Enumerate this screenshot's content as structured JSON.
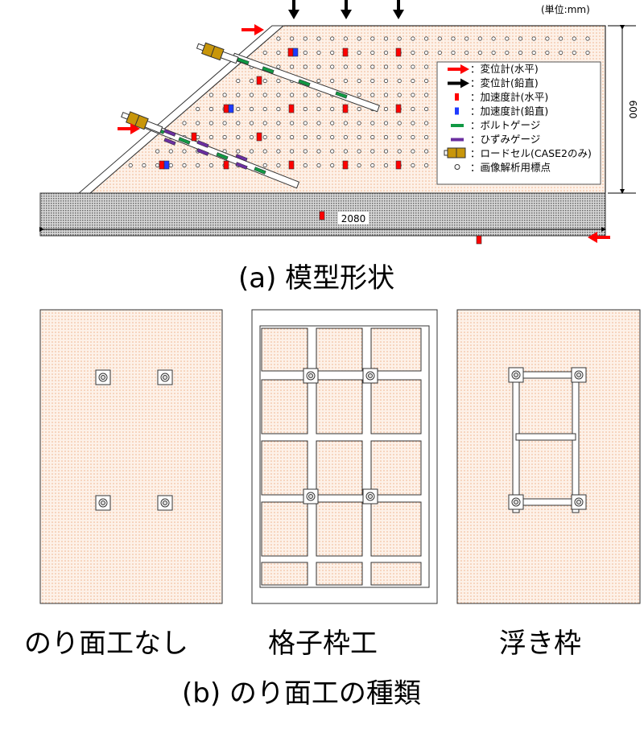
{
  "unit_label": "(単位:mm)",
  "dimension_height": "600",
  "dimension_width": "2080",
  "legend": [
    {
      "icon": "red-arrow-icon",
      "label": "：変位計(水平)"
    },
    {
      "icon": "black-arrow-icon",
      "label": "：変位計(鉛直)"
    },
    {
      "icon": "red-sensor-icon",
      "label": "：加速度計(水平)"
    },
    {
      "icon": "blue-sensor-icon",
      "label": "：加速度計(鉛直)"
    },
    {
      "icon": "green-gauge-icon",
      "label": "：ボルトゲージ"
    },
    {
      "icon": "purple-gauge-icon",
      "label": "：ひずみゲージ"
    },
    {
      "icon": "load-cell-icon",
      "label": "：ロードセル(CASE2のみ)"
    },
    {
      "icon": "circle-marker-icon",
      "label": "：画像解析用標点"
    }
  ],
  "caption_a": "(a) 模型形状",
  "panels": [
    "のり面工なし",
    "格子枠工",
    "浮き枠"
  ],
  "caption_b": "(b) のり面工の種類",
  "colors": {
    "soil": "#fbe3d2",
    "red": "#ff0000",
    "blue": "#1f3bff",
    "green": "#119944",
    "purple": "#6a2fa0",
    "loadcell": "#c8960a"
  }
}
